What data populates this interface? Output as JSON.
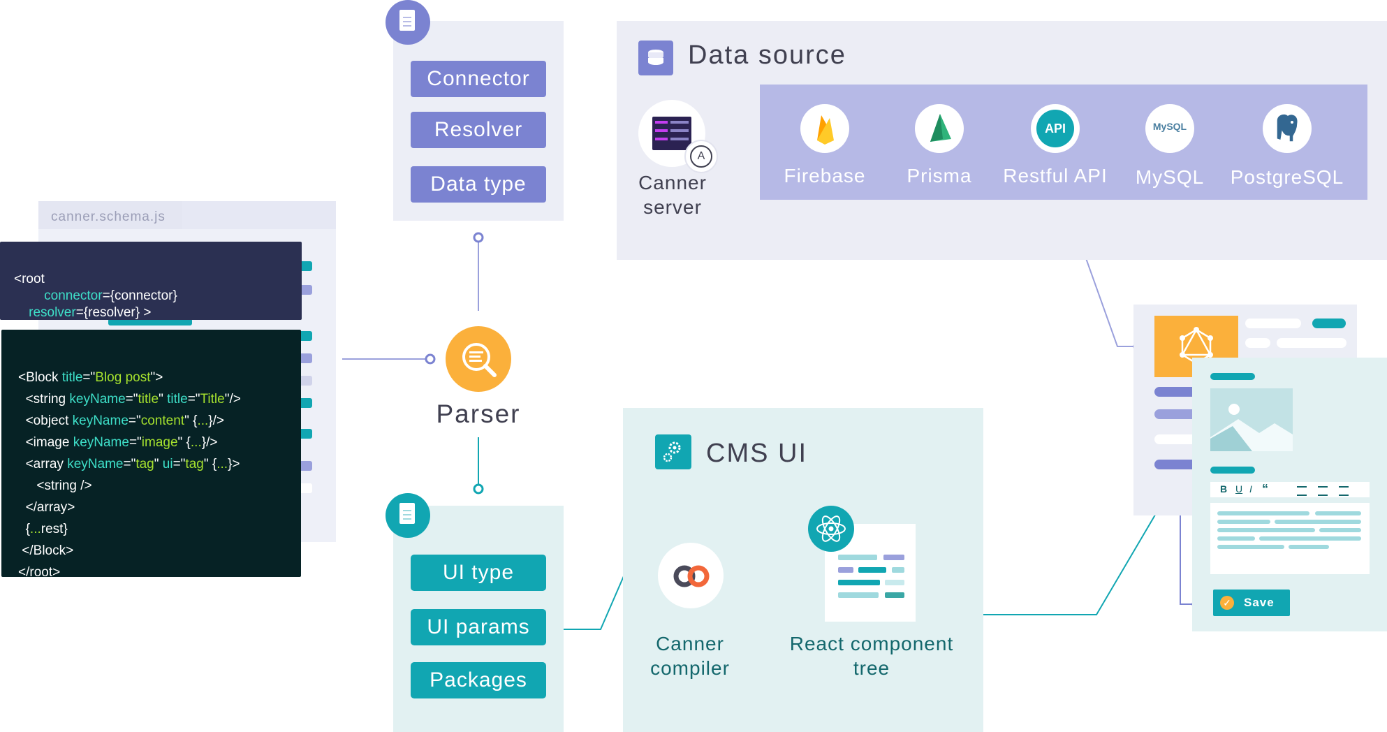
{
  "schema_file": {
    "tab_label": "canner.schema.js"
  },
  "code_root": {
    "line1": "<root",
    "line2_attr": "connector",
    "line2_val": "={connector}",
    "line3_attr": "resolver",
    "line3_val": "={resolver} >"
  },
  "code_block": {
    "l1_open": "<Block ",
    "l1_attr": "title",
    "l1_eq": "=\"",
    "l1_val": "Blog post",
    "l1_close": "\">",
    "l2_open": "<string ",
    "l2_attr1": "keyName",
    "l2_eq1": "=\"",
    "l2_val1": "title",
    "l2_q1": "\" ",
    "l2_attr2": "title",
    "l2_eq2": "=\"",
    "l2_val2": "Title",
    "l2_close": "\"/>",
    "l3_open": "<object ",
    "l3_attr": "keyName",
    "l3_eq": "=\"",
    "l3_val": "content",
    "l3_mid": "\" {",
    "l3_dots": "...",
    "l3_close": "}/>",
    "l4_open": "<image ",
    "l4_attr": "keyName",
    "l4_eq": "=\"",
    "l4_val": "image",
    "l4_mid": "\" {",
    "l4_dots": "...",
    "l4_close": "}/>",
    "l5_open": "<array ",
    "l5_attr1": "keyName",
    "l5_eq1": "=\"",
    "l5_val1": "tag",
    "l5_q1": "\" ",
    "l5_attr2": "ui",
    "l5_eq2": "=\"",
    "l5_val2": "tag",
    "l5_mid": "\" {",
    "l5_dots": "...",
    "l5_close": "}>",
    "l6": "<string />",
    "l7": "</array>",
    "l8_open": "{",
    "l8_dots": "...",
    "l8_close": "rest}",
    "l9": "</Block>",
    "l10": "</root>"
  },
  "schema_box": {
    "buttons": [
      "Connector",
      "Resolver",
      "Data type"
    ]
  },
  "parser": {
    "label": "Parser"
  },
  "ui_box": {
    "buttons": [
      "UI type",
      "UI params",
      "Packages"
    ]
  },
  "data_source": {
    "title": "Data source",
    "server_label_1": "Canner",
    "server_label_2": "server",
    "sources": [
      {
        "name": "Firebase",
        "icon": "firebase-icon"
      },
      {
        "name": "Prisma",
        "icon": "prisma-icon"
      },
      {
        "name": "Restful API",
        "icon": "api-icon",
        "badge": "API"
      },
      {
        "name": "MySQL",
        "icon": "mysql-icon",
        "badge": "MySQL"
      },
      {
        "name": "PostgreSQL",
        "icon": "postgresql-icon"
      }
    ]
  },
  "cms_ui": {
    "title": "CMS UI",
    "compiler_label_1": "Canner",
    "compiler_label_2": "compiler",
    "tree_label_1": "React component",
    "tree_label_2": "tree"
  },
  "preview": {
    "toolbar": [
      "B",
      "U",
      "I",
      "“"
    ],
    "save_label": "Save"
  },
  "colors": {
    "lavender": "#7b83d1",
    "teal": "#11a6b2",
    "orange": "#fbb03b",
    "code_bg_1": "#2b3052",
    "code_bg_2": "#062225"
  }
}
